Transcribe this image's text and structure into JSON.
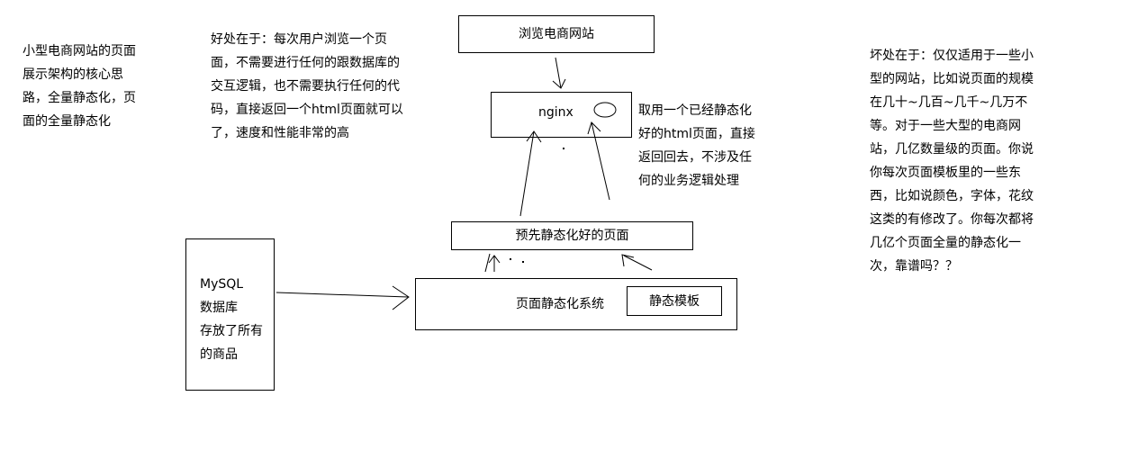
{
  "notes": {
    "core_idea": "小型电商网站的页面\n展示架构的核心思\n路，全量静态化，页\n面的全量静态化",
    "advantage": "好处在于：每次用户浏览一个页\n面，不需要进行任何的跟数据库的\n交互逻辑，也不需要执行任何的代\n码，直接返回一个html页面就可以\n了，速度和性能非常的高",
    "nginx_note": "取用一个已经静态化\n好的html页面，直接\n返回回去，不涉及任\n何的业务逻辑处理",
    "disadvantage": "坏处在于：仅仅适用于一些小\n型的网站，比如说页面的规模\n在几十~几百~几千~几万不\n等。对于一些大型的电商网\n站，几亿数量级的页面。你说\n你每次页面模板里的一些东\n西，比如说颜色，字体，花纹\n这类的有修改了。你每次都将\n几亿个页面全量的静态化一\n次，靠谱吗？？"
  },
  "boxes": {
    "browse": "浏览电商网站",
    "nginx": "nginx",
    "prestatic": "预先静态化好的页面",
    "static_system": "页面静态化系统",
    "static_template": "静态模板",
    "mysql": "MySQL\n数据库\n存放了所有\n的商品"
  }
}
